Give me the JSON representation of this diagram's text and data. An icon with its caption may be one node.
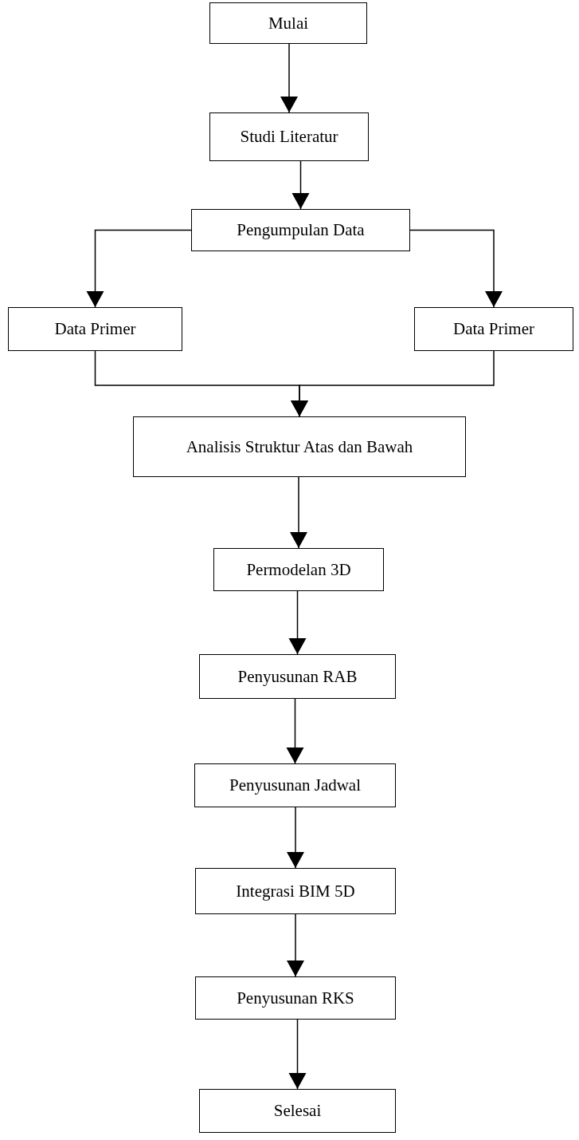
{
  "diagram": {
    "nodes": [
      {
        "text": [
          "Mulai"
        ]
      },
      {
        "text": [
          "Studi Literatur"
        ]
      },
      {
        "text": [
          "Pengumpulan Data"
        ]
      },
      {
        "text": [
          "Data Primer"
        ]
      },
      {
        "text": [
          "Data Primer"
        ]
      },
      {
        "text": [
          "Analisis Struktur Atas dan Bawah"
        ]
      },
      {
        "text": [
          "Permodelan 3D"
        ]
      },
      {
        "text": [
          "Penyusunan RAB"
        ]
      },
      {
        "text": [
          "Penyusunan Jadwal"
        ]
      },
      {
        "text": [
          "Integrasi BIM 5D"
        ]
      },
      {
        "text": [
          "Penyusunan RKS"
        ]
      },
      {
        "text": [
          "Selesai"
        ]
      }
    ],
    "edges": [
      {
        "from": 0,
        "to": 1,
        "arrow": "to"
      },
      {
        "from": 1,
        "to": 2,
        "arrow": "to"
      },
      {
        "from": 2,
        "to": 3,
        "arrow": "to"
      },
      {
        "from": 2,
        "to": 4,
        "arrow": "to"
      },
      {
        "from": 3,
        "to": 5,
        "arrow": "to"
      },
      {
        "from": 4,
        "to": 5,
        "arrow": "to"
      },
      {
        "from": 5,
        "to": 6,
        "arrow": "to"
      },
      {
        "from": 6,
        "to": 7,
        "arrow": "to"
      },
      {
        "from": 7,
        "to": 8,
        "arrow": "to"
      },
      {
        "from": 8,
        "to": 9,
        "arrow": "to"
      },
      {
        "from": 9,
        "to": 10,
        "arrow": "to"
      },
      {
        "from": 10,
        "to": 11,
        "arrow": "to"
      }
    ]
  }
}
